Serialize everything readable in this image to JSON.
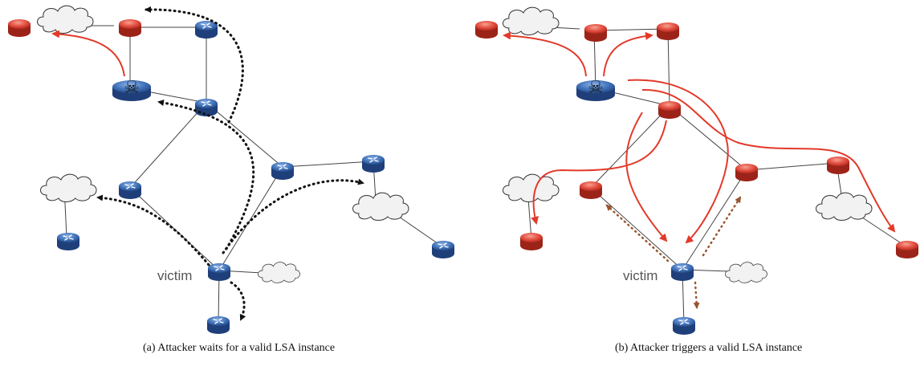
{
  "panels": [
    {
      "id": "a",
      "caption": "(a)  Attacker waits for a valid LSA instance",
      "victim_label": "victim"
    },
    {
      "id": "b",
      "caption": "(b)  Attacker triggers a valid LSA instance",
      "victim_label": "victim"
    }
  ],
  "colors": {
    "router_blue": "#3d6fb6",
    "router_red": "#e0473a",
    "attack_path": "#e23a2a",
    "flood_black": "#111111",
    "flood_brown": "#9a5530"
  }
}
